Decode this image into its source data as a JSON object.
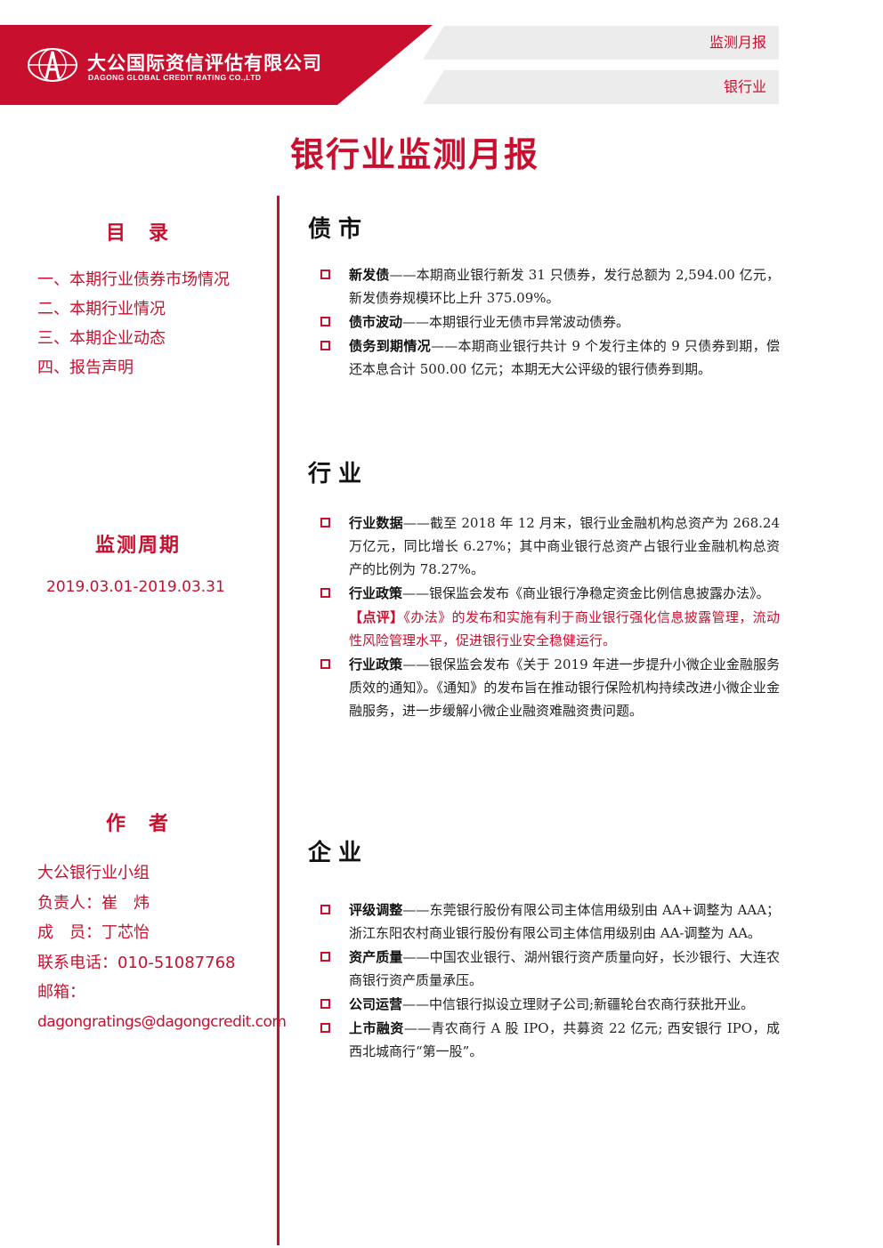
{
  "header": {
    "company_cn": "大公国际资信评估有限公司",
    "company_en": "DAGONG GLOBAL CREDIT RATING CO.,LTD",
    "tag_report": "监测月报",
    "tag_industry": "银行业",
    "brand_color": "#c8102e"
  },
  "title": "银行业监测月报",
  "sidebar": {
    "toc_heading": "目　录",
    "toc": [
      "一、本期行业债券市场情况",
      "二、本期行业情况",
      "三、本期企业动态",
      "四、报告声明"
    ],
    "period_heading": "监测周期",
    "period": "2019.03.01-2019.03.31",
    "author_heading": "作　者",
    "authors": [
      "大公银行业小组",
      "负责人：崔　炜",
      "成　员：丁芯怡",
      "联系电话：010-51087768",
      "邮箱：",
      "dagongratings@dagongcredit.com"
    ]
  },
  "sections": {
    "bond": {
      "heading": "债市",
      "items": [
        {
          "label": "新发债",
          "text": "——本期商业银行新发 31 只债券，发行总额为 2,594.00 亿元，新发债券规模环比上升 375.09%。"
        },
        {
          "label": "债市波动",
          "text": "——本期银行业无债市异常波动债券。"
        },
        {
          "label": "债务到期情况",
          "text": "——本期商业银行共计 9 个发行主体的 9 只债券到期，偿还本息合计 500.00 亿元；本期无大公评级的银行债券到期。"
        }
      ]
    },
    "industry": {
      "heading": "行业",
      "items": [
        {
          "label": "行业数据",
          "text": "——截至 2018 年 12 月末，银行业金融机构总资产为 268.24 万亿元，同比增长 6.27%；其中商业银行总资产占银行业金融机构总资产的比例为 78.27%。"
        },
        {
          "label": "行业政策",
          "text": "——银保监会发布《商业银行净稳定资金比例信息披露办法》。"
        },
        {
          "label": "【点评】",
          "text": "《办法》的发布和实施有利于商业银行强化信息披露管理，流动性风险管理水平，促进银行业安全稳健运行。"
        },
        {
          "label": "行业政策",
          "text": "——银保监会发布《关于 2019 年进一步提升小微企业金融服务质效的通知》。《通知》的发布旨在推动银行保险机构持续改进小微企业金融服务，进一步缓解小微企业融资难融资贵问题。"
        }
      ]
    },
    "enterprise": {
      "heading": "企业",
      "items": [
        {
          "label": "评级调整",
          "text": "——东莞银行股份有限公司主体信用级别由 AA+调整为 AAA；浙江东阳农村商业银行股份有限公司主体信用级别由 AA-调整为 AA。"
        },
        {
          "label": "资产质量",
          "text": "——中国农业银行、湖州银行资产质量向好，长沙银行、大连农商银行资产质量承压。"
        },
        {
          "label": "公司运营",
          "text": "——中信银行拟设立理财子公司;新疆轮台农商行获批开业。"
        },
        {
          "label": "上市融资",
          "text": "——青农商行 A 股 IPO，共募资 22 亿元; 西安银行 IPO，成西北城商行“第一股”。"
        }
      ]
    }
  }
}
